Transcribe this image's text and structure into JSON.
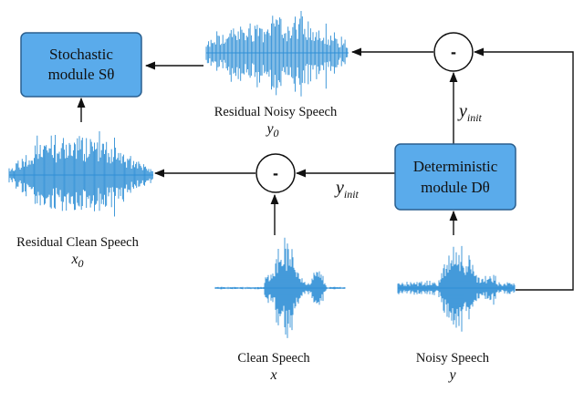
{
  "colors": {
    "box_fill": "#5aabeb",
    "box_stroke": "#2a5f8f",
    "wave": "#2f8fd6",
    "line": "#111111"
  },
  "modules": {
    "stochastic": {
      "line1": "Stochastic",
      "line2": "module Sθ"
    },
    "deterministic": {
      "line1": "Deterministic",
      "line2": "module Dθ"
    }
  },
  "operators": {
    "subtract_symbol": "-"
  },
  "signals": {
    "y_init_top": {
      "base": "y",
      "sub": "init"
    },
    "y_init_mid": {
      "base": "y",
      "sub": "init"
    }
  },
  "captions": {
    "residual_noisy": {
      "title": "Residual Noisy Speech",
      "var_base": "y",
      "var_sub": "0"
    },
    "residual_clean": {
      "title": "Residual Clean Speech",
      "var_base": "x",
      "var_sub": "0"
    },
    "clean": {
      "title": "Clean Speech",
      "var": "x"
    },
    "noisy": {
      "title": "Noisy Speech",
      "var": "y"
    }
  },
  "icons": {
    "stochastic_box": "rounded-rectangle",
    "deterministic_box": "rounded-rectangle",
    "subtract_circle": "circle-minus",
    "waveform": "audio-waveform"
  }
}
